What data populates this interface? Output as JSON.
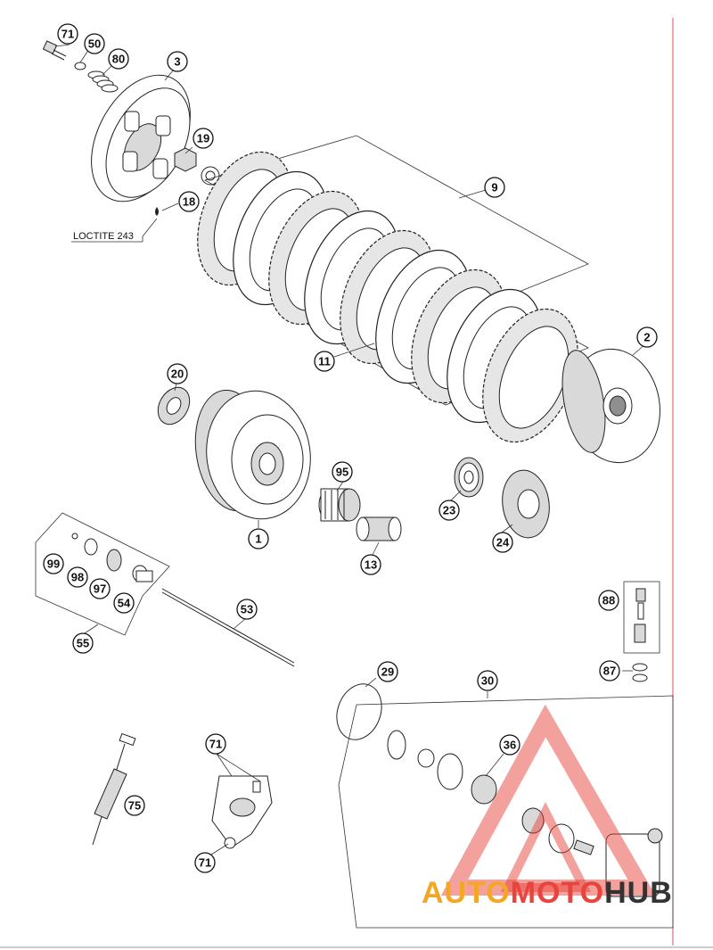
{
  "note": {
    "loctite": "LOCTITE 243"
  },
  "callouts": {
    "c71a": "71",
    "c50": "50",
    "c80": "80",
    "c3": "3",
    "c19": "19",
    "c18": "18",
    "c9": "9",
    "c2": "2",
    "c11": "11",
    "c20": "20",
    "c95": "95",
    "c1": "1",
    "c23": "23",
    "c24": "24",
    "c13": "13",
    "c99": "99",
    "c98": "98",
    "c97": "97",
    "c54": "54",
    "c55": "55",
    "c53": "53",
    "c88": "88",
    "c87": "87",
    "c29": "29",
    "c30": "30",
    "c36": "36",
    "c71b": "71",
    "c75": "75",
    "c71c": "71"
  },
  "watermark": {
    "part1": "AUTO",
    "part2": "MOTO",
    "part3": "HUB",
    "colors": {
      "orange": "#f5a623",
      "red": "#e8433c",
      "dark": "#333333"
    }
  },
  "colors": {
    "margin_rule": "#e05050"
  }
}
